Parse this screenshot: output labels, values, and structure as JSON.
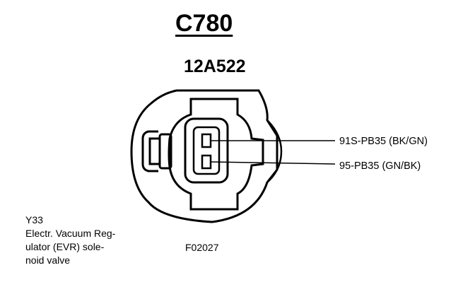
{
  "connector": {
    "id": "C780",
    "part_number": "12A522"
  },
  "pins": [
    {
      "label": "91S-PB35 (BK/GN)"
    },
    {
      "label": "95-PB35 (GN/BK)"
    }
  ],
  "component": {
    "id": "Y33",
    "description_lines": [
      "Electr. Vacuum Reg-",
      "ulator (EVR) sole-",
      "noid valve"
    ]
  },
  "figure_code": "F02027"
}
